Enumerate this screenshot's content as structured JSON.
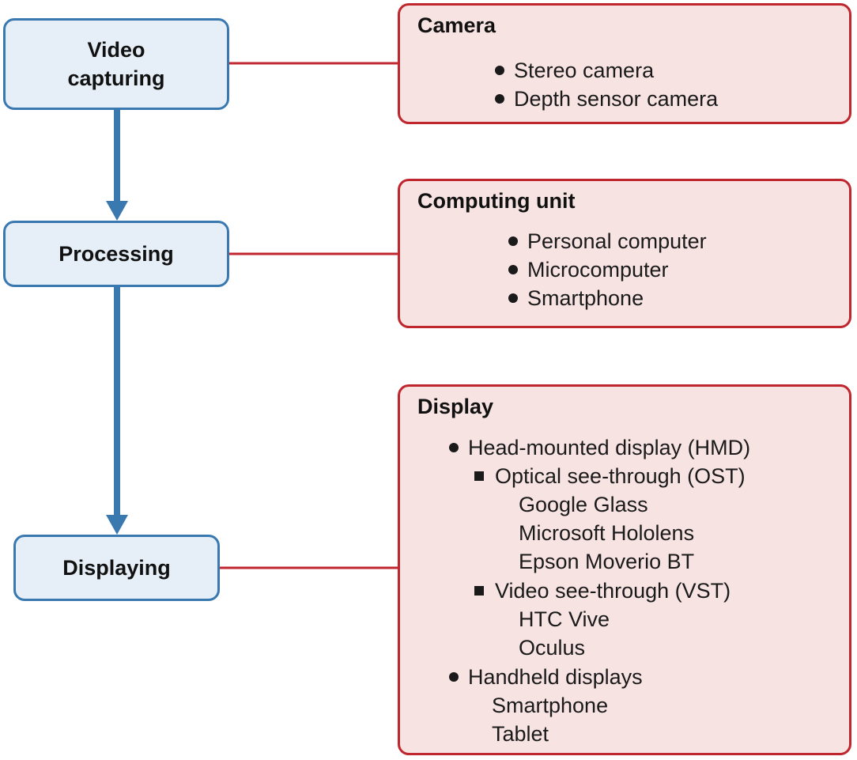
{
  "stages": {
    "video_capturing_line1": "Video",
    "video_capturing_line2": "capturing",
    "processing": "Processing",
    "displaying": "Displaying"
  },
  "camera": {
    "title": "Camera",
    "items": [
      "Stereo camera",
      "Depth sensor camera"
    ]
  },
  "computing": {
    "title": "Computing unit",
    "items": [
      "Personal computer",
      "Microcomputer",
      "Smartphone"
    ]
  },
  "display": {
    "title": "Display",
    "hmd": "Head-mounted display (HMD)",
    "ost": "Optical see-through (OST)",
    "ost_items": [
      "Google Glass",
      "Microsoft Hololens",
      "Epson Moverio BT"
    ],
    "vst": "Video see-through (VST)",
    "vst_items": [
      "HTC Vive",
      "Oculus"
    ],
    "handheld": "Handheld displays",
    "handheld_items": [
      "Smartphone",
      "Tablet"
    ]
  },
  "colors": {
    "stage_fill": "#e6eff8",
    "stage_border": "#3a78b0",
    "arrow": "#3a78b0",
    "panel_fill": "#f8e3e3",
    "panel_border": "#c0262d",
    "connector": "#c0262d"
  }
}
